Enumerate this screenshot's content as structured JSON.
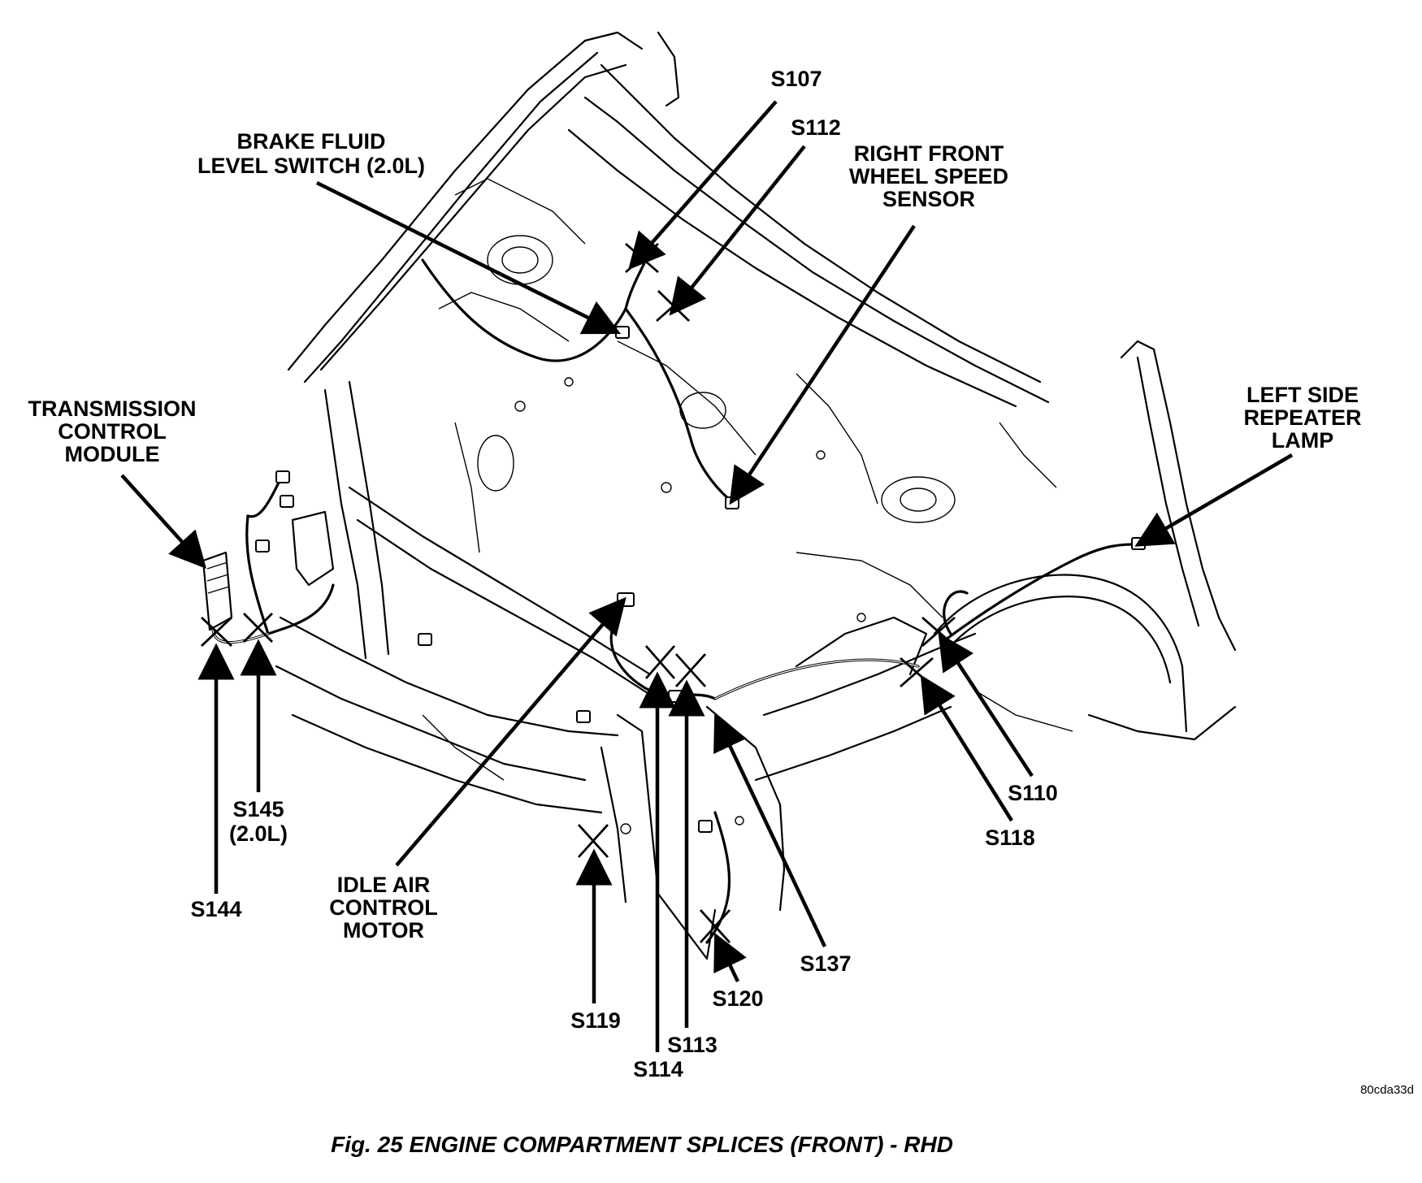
{
  "figure": {
    "caption": "Fig. 25 ENGINE COMPARTMENT SPLICES (FRONT) - RHD",
    "code": "80cda33d"
  },
  "labels": {
    "s107": "S107",
    "s112": "S112",
    "brake_fluid": [
      "BRAKE FLUID",
      "LEVEL SWITCH (2.0L)"
    ],
    "right_front_wss": [
      "RIGHT FRONT",
      "WHEEL SPEED",
      "SENSOR"
    ],
    "tcm": [
      "TRANSMISSION",
      "CONTROL",
      "MODULE"
    ],
    "left_repeater": [
      "LEFT SIDE",
      "REPEATER",
      "LAMP"
    ],
    "s145": [
      "S145",
      "(2.0L)"
    ],
    "s144": "S144",
    "iac": [
      "IDLE AIR",
      "CONTROL",
      "MOTOR"
    ],
    "s110": "S110",
    "s118": "S118",
    "s137": "S137",
    "s120": "S120",
    "s119": "S119",
    "s113": "S113",
    "s114": "S114"
  }
}
